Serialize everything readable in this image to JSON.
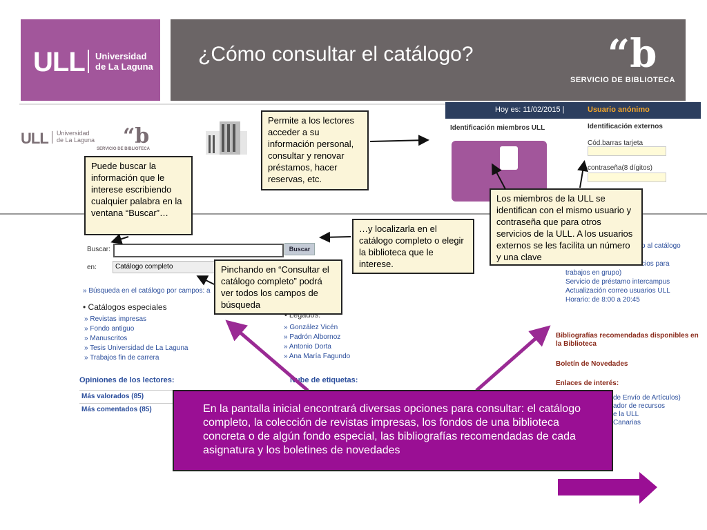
{
  "header": {
    "logo_ull": "ULL",
    "logo_university": "Universidad de La Laguna",
    "title": "¿Cómo consultar el catálogo?",
    "logo_b": "“b",
    "service": "SERVICIO DE BIBLIOTECA"
  },
  "screenshot": {
    "mini_logo_ull": "ULL",
    "mini_university": "Universidad de La Laguna",
    "mini_b": "“b",
    "mini_service": "SERVICIO DE BIBLIOTECA",
    "today": "Hoy es: 11/02/2015  |",
    "user": "Usuario anónimo",
    "id_ull": "Identificación miembros ULL",
    "id_ext": "Identificación externos",
    "barcode_label": "Cód.barras tarjeta",
    "password_label": "contraseña(8 dígitos)",
    "search_label": "Buscar:",
    "search_button": "Buscar",
    "in_label": "en:",
    "catalog_select": "Catálogo completo",
    "field_search": "» Búsqueda en el catálogo por campos: a",
    "special_catalogs": "• Catálogos especiales",
    "special_links": [
      "Revistas impresas",
      "Fondo antiguo",
      "Manuscritos",
      "Tesis Universidad de La Laguna",
      "Trabajos fin de carrera"
    ],
    "legados": "• Legados:",
    "legados_links": [
      "González Vicén",
      "Padrón Albornoz",
      "Antonio Dorta",
      "Ana María Fagundo"
    ],
    "opinions_title": "Opiniones de los lectores:",
    "tags_title": "Nube de etiquetas:",
    "opinion_rows": [
      "Más valorados (85)",
      "Más comentados (85)"
    ],
    "right_links": [
      "o al catálogo",
      "",
      "cios para",
      "trabajos en grupo)",
      "Servicio de préstamo intercampus",
      "Actualización correo usuarios ULL",
      "Horario: de 8:00 a 20:45"
    ],
    "bibliographies": "Bibliografías recomendadas disponibles en la Biblioteca",
    "newsletter": "Boletín de Novedades",
    "links_of_interest": "Enlaces de interés:",
    "right_links2": [
      "de Envío de Artículos)",
      "ador de recursos",
      "e la ULL",
      "Canarias"
    ]
  },
  "callouts": {
    "permite": "Permite a los lectores acceder a su información personal, consultar y renovar préstamos, hacer reservas, etc.",
    "puede": "Puede buscar la información que le interese  escribiendo cualquier palabra en la ventana “Buscar”…",
    "localiza": "…y localizarla en el catálogo completo o elegir la biblioteca que le interese.",
    "pinchando": "Pinchando en “Consultar el catálogo completo” podrá ver todos los campos de búsqueda",
    "miembros": "Los miembros de la ULL se identifican con el mismo usuario y contraseña que para otros servicios de la ULL. A los usuarios externos se les facilita un número y una clave"
  },
  "info_box": "En la pantalla inicial encontrará diversas opciones para consultar: el catálogo completo, la colección de revistas  impresas, los fondos de una biblioteca concreta o de algún fondo especial, las bibliografías recomendadas de cada asignatura y  los boletines de novedades",
  "colors": {
    "brand_purple": "#a2569b",
    "header_gray": "#6b6566",
    "info_magenta": "#9a0f94",
    "callout_bg": "#fbf5d9"
  },
  "icons": [
    "building-image",
    "id-card-image",
    "next-arrow-icon"
  ]
}
